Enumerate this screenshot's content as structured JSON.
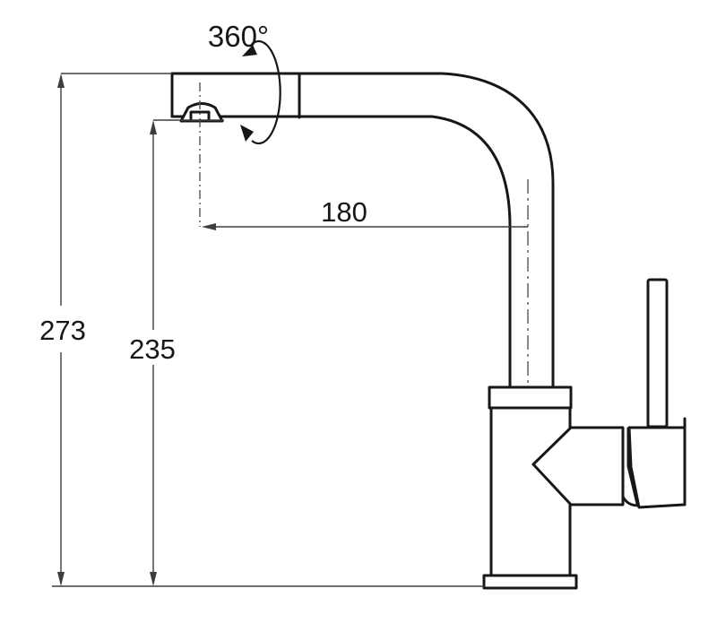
{
  "drawing": {
    "labels": {
      "rotation": "360°",
      "spout_reach": "180",
      "overall_height": "273",
      "aerator_height": "235"
    },
    "colors": {
      "background": "#ffffff",
      "outline": "#171717",
      "dimension": "#3d3d3d",
      "centerline": "#555555"
    }
  }
}
